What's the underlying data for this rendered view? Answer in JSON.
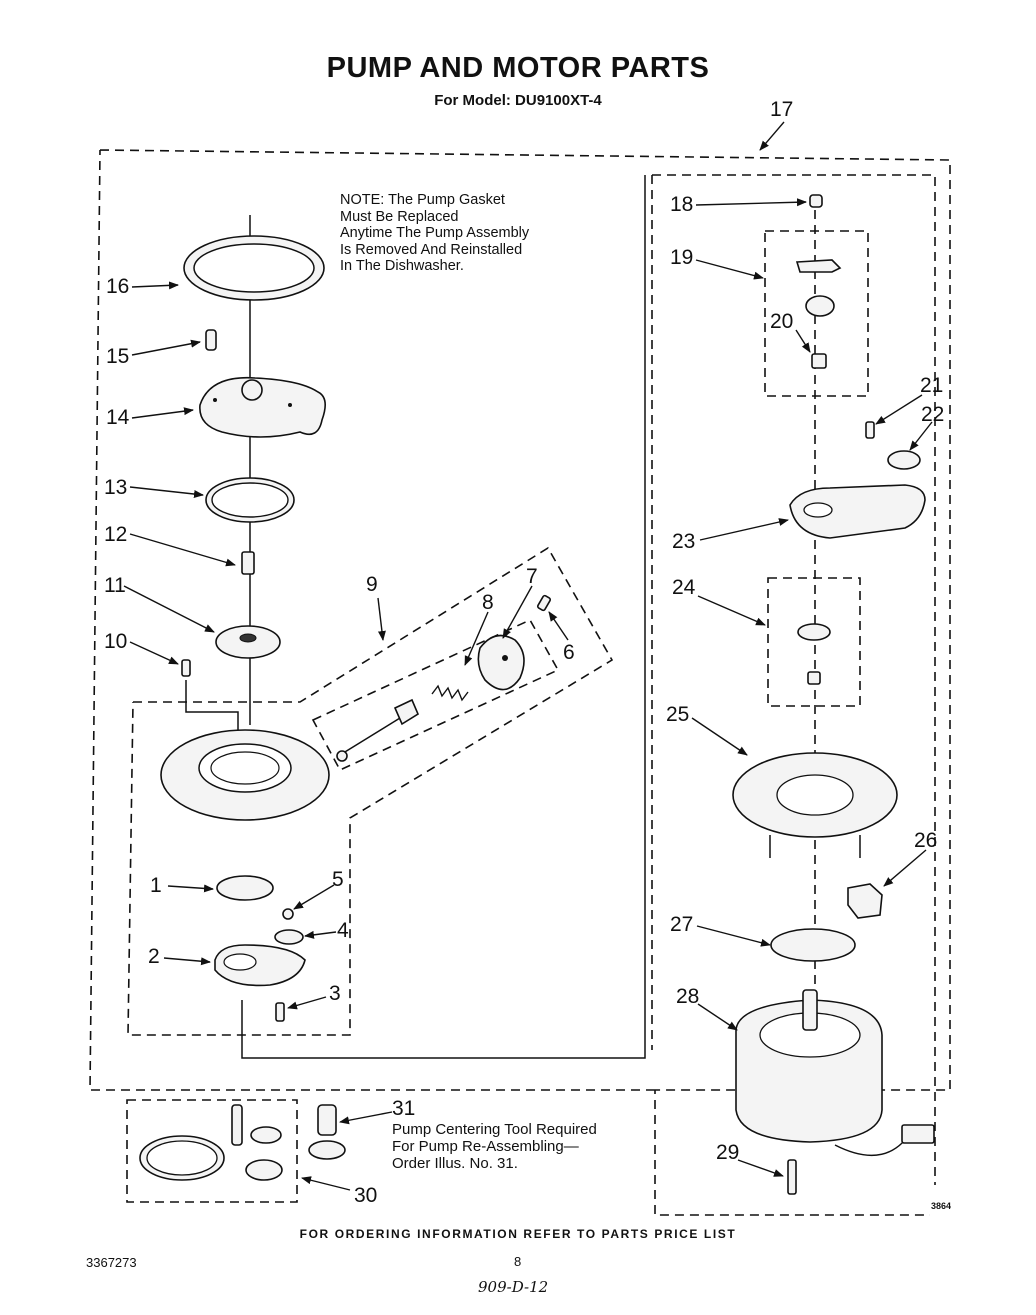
{
  "header": {
    "title": "PUMP AND MOTOR PARTS",
    "model": "For Model: DU9100XT-4"
  },
  "note": {
    "line1": "NOTE: The Pump Gasket",
    "line2": "Must Be Replaced",
    "line3": "Anytime The Pump Assembly",
    "line4": "Is Removed And Reinstalled",
    "line5": "In The Dishwasher."
  },
  "callouts": {
    "c1": "1",
    "c2": "2",
    "c3": "3",
    "c4": "4",
    "c5": "5",
    "c6": "6",
    "c7": "7",
    "c8": "8",
    "c9": "9",
    "c10": "10",
    "c11": "11",
    "c12": "12",
    "c13": "13",
    "c14": "14",
    "c15": "15",
    "c16": "16",
    "c17": "17",
    "c18": "18",
    "c19": "19",
    "c20": "20",
    "c21": "21",
    "c22": "22",
    "c23": "23",
    "c24": "24",
    "c25": "25",
    "c26": "26",
    "c27": "27",
    "c28": "28",
    "c29": "29",
    "c30": "30",
    "c31": "31"
  },
  "tool_note": {
    "line1": "Pump Centering Tool Required",
    "line2": "For Pump Re-Assembling—",
    "line3": "Order Illus. No. 31."
  },
  "art_code": "3864",
  "footer": {
    "ordering": "FOR ORDERING INFORMATION REFER TO PARTS PRICE LIST",
    "doc_number": "3367273",
    "page": "8",
    "handwritten": "909-D-12"
  }
}
